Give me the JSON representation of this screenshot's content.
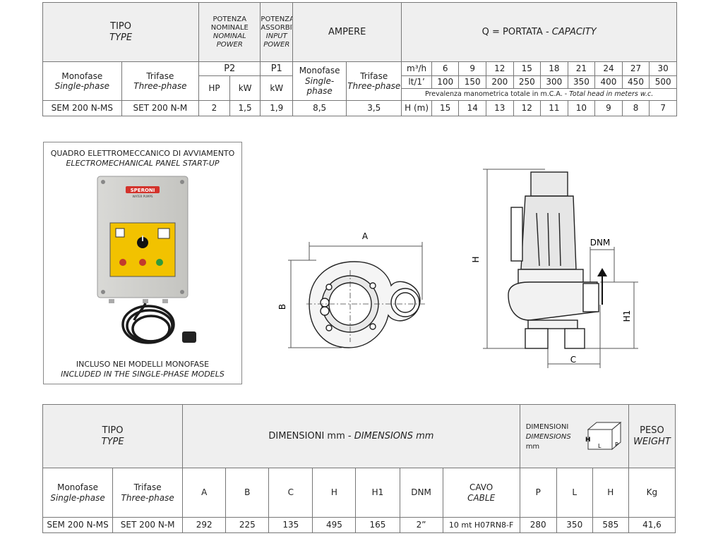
{
  "top_table": {
    "tipo": "TIPO",
    "type": "TYPE",
    "potenza_nominale": "POTENZA NOMINALE",
    "nominal_power": "NOMINAL POWER",
    "potenza_assorbita": "POTENZA ASSORBITA",
    "input_power": "INPUT POWER",
    "ampere": "AMPERE",
    "portata": "Q = PORTATA - ",
    "capacity": "CAPACITY",
    "monofase": "Monofase",
    "single_phase": "Single-phase",
    "trifase": "Trifase",
    "three_phase": "Three-phase",
    "p2": "P2",
    "p1": "P1",
    "hp": "HP",
    "kw": "kW",
    "kw2": "kW",
    "unit_m3h": "m³/h",
    "unit_lt": "lt/1’",
    "m3h": [
      "6",
      "9",
      "12",
      "15",
      "18",
      "21",
      "24",
      "27",
      "30"
    ],
    "lt": [
      "100",
      "150",
      "200",
      "250",
      "300",
      "350",
      "400",
      "450",
      "500"
    ],
    "prevalenza": "Prevalenza manometrica totale in m.C.A. - ",
    "total_head": "Total head in meters w.c.",
    "row": {
      "model_mono": "SEM 200 N-MS",
      "model_tri": "SET 200 N-M",
      "hp": "2",
      "kw": "1,5",
      "p1": "1,9",
      "amp_mono": "8,5",
      "amp_tri": "3,5",
      "h_label": "H (m)",
      "heads": [
        "15",
        "14",
        "13",
        "12",
        "11",
        "10",
        "9",
        "8",
        "7"
      ]
    }
  },
  "panel": {
    "title_it": "QUADRO ELETTROMECCANICO DI AVVIAMENTO",
    "title_en": "ELECTROMECHANICAL PANEL START-UP",
    "brand": "SPERONI",
    "brand_sub": "WATER PUMPS",
    "note_it": "INCLUSO NEI MODELLI MONOFASE",
    "note_en": "INCLUDED IN THE SINGLE-PHASE MODELS"
  },
  "drawing": {
    "a": "A",
    "b": "B",
    "h": "H",
    "h1": "H1",
    "dnm": "DNM",
    "c": "C"
  },
  "bottom_table": {
    "tipo": "TIPO",
    "type": "TYPE",
    "dimensioni": "DIMENSIONI mm - ",
    "dimensions": "DIMENSIONS mm",
    "dim_box_it": "DIMENSIONI",
    "dim_box_en": "DIMENSIONS",
    "dim_box_mm": "mm",
    "box_h": "H",
    "box_l": "L",
    "box_p": "P",
    "peso": "PESO",
    "weight": "WEIGHT",
    "monofase": "Monofase",
    "single_phase": "Single-phase",
    "trifase": "Trifase",
    "three_phase": "Three-phase",
    "cols": [
      "A",
      "B",
      "C",
      "H",
      "H1",
      "DNM"
    ],
    "cavo": "CAVO",
    "cable": "CABLE",
    "pack_cols": [
      "P",
      "L",
      "H"
    ],
    "kg": "Kg",
    "row": {
      "model_mono": "SEM 200 N-MS",
      "model_tri": "SET 200 N-M",
      "vals": [
        "292",
        "225",
        "135",
        "495",
        "165",
        "2”"
      ],
      "cable": "10 mt H07RN8-F",
      "pack": [
        "280",
        "350",
        "585"
      ],
      "weight": "41,6"
    }
  }
}
